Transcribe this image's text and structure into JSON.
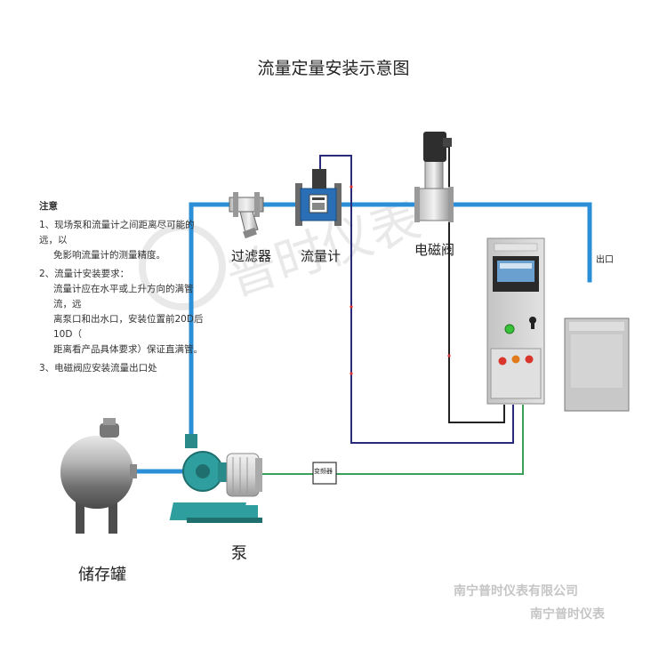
{
  "title": "流量定量安装示意图",
  "notes": {
    "heading": "注意",
    "items": [
      {
        "lines": [
          "1、现场泵和流量计之间距离尽可能的远，以",
          "免影响流量计的测量精度。"
        ]
      },
      {
        "lines": [
          "2、流量计安装要求：",
          "流量计应在水平或上升方向的满管流，远",
          "离泵口和出水口，安装位置前20D后10D（",
          "距离看产品具体要求）保证直满管。"
        ]
      },
      {
        "lines": [
          "3、电磁阀应安装流量出口处"
        ]
      }
    ]
  },
  "labels": {
    "filter": "过滤器",
    "flowmeter": "流量计",
    "solenoid_valve": "电磁阀",
    "outlet": "出口",
    "storage_tank": "储存罐",
    "pump": "泵",
    "converter": "变频器"
  },
  "watermarks": {
    "line1": "南宁普时仪表有限公司",
    "line2": "南宁普时仪表"
  },
  "colors": {
    "pipe": "#2a8fd6",
    "wire_dark": "#2a2a7a",
    "wire_green": "#3aa05a",
    "controller": "#cfcfcf"
  }
}
